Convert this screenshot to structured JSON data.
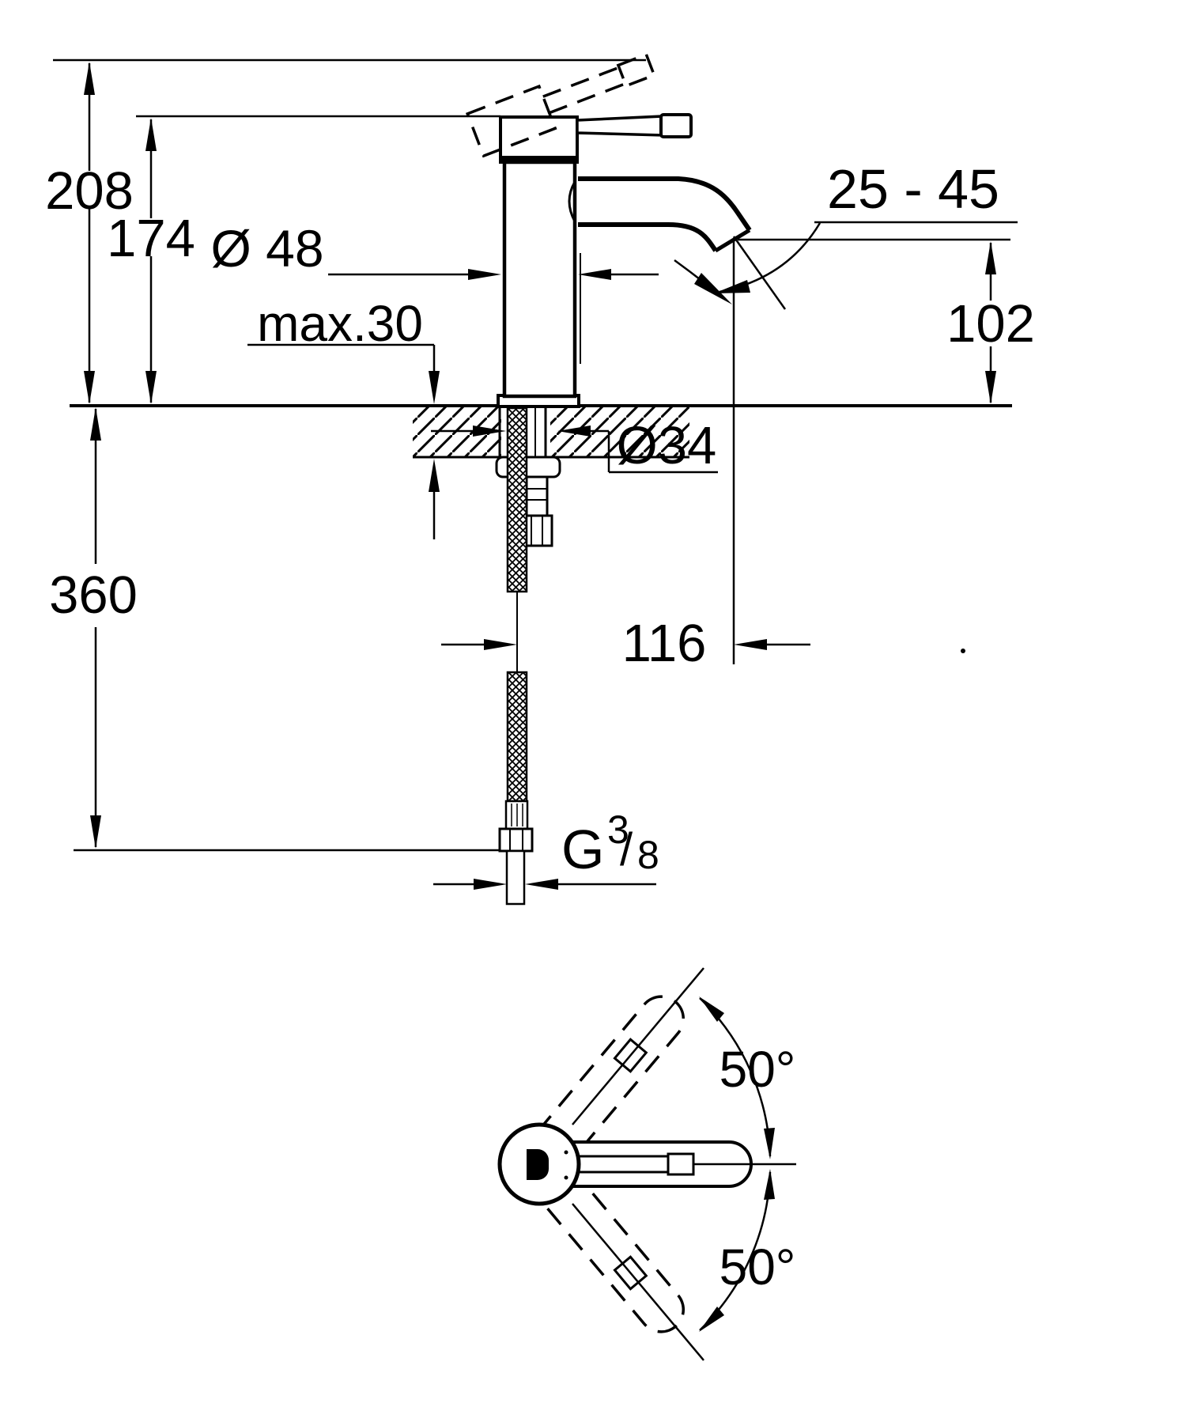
{
  "drawing": {
    "kind": "technical dimension drawing",
    "subject": "single-lever basin mixer faucet, side elevation with installation dimensions and top view with handle swivel angles",
    "background_color": "#ffffff",
    "line_color": "#000000",
    "front_view": {
      "total_height": "208",
      "height_to_body_top": "174",
      "body_diameter": "Ø 48",
      "max_deck_thickness": "max.30",
      "aerator_angle_range": "25 - 45",
      "spout_outlet_height": "102",
      "hole_diameter": "Ø34",
      "hose_length": "360",
      "spout_reach": "116",
      "thread": {
        "g": "G",
        "numerator": "3",
        "slash": "/",
        "denominator": "8"
      }
    },
    "top_view": {
      "swivel_upper": "50°",
      "swivel_lower": "50°"
    }
  }
}
